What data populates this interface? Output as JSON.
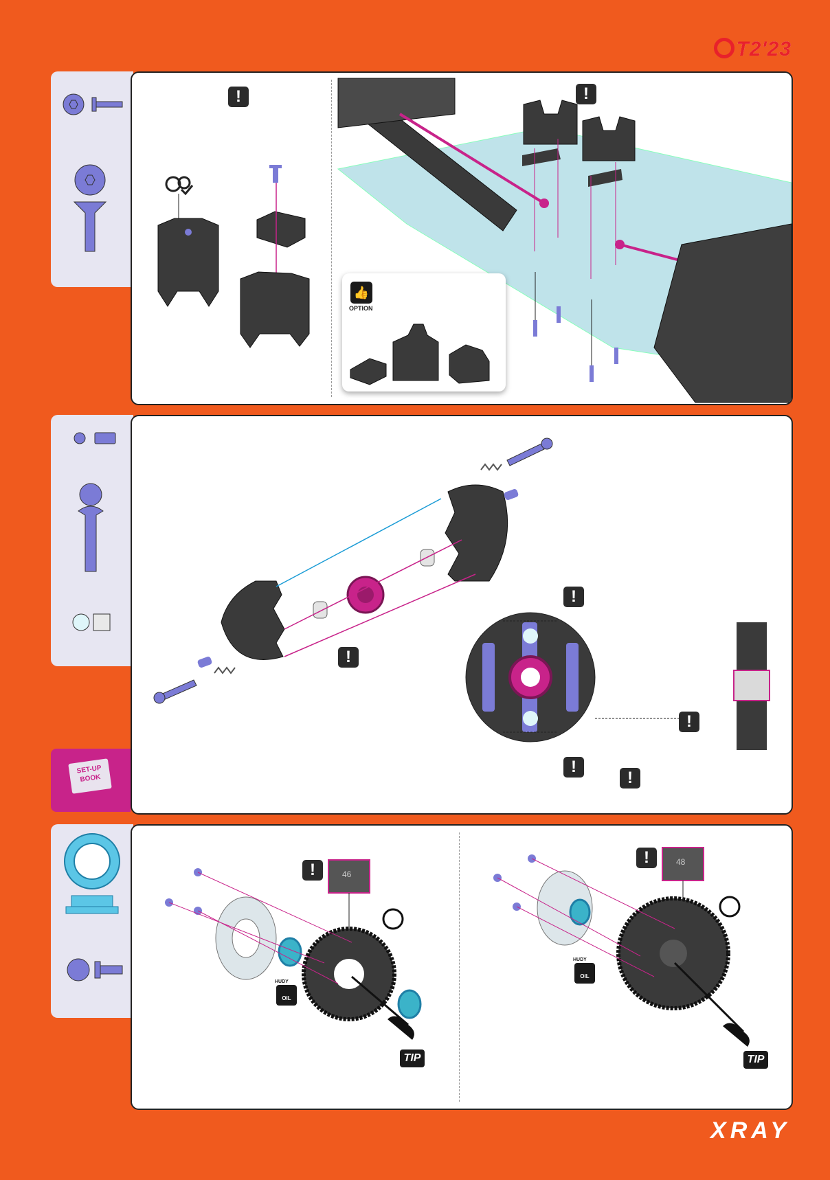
{
  "header": {
    "logo": "T2'23"
  },
  "footer": {
    "logo": "XRAY"
  },
  "panel1": {
    "option_label": "OPTION"
  },
  "panel2": {
    "setup_book_label": "SET-UP BOOK"
  },
  "panel3": {
    "left": {
      "gear_teeth_label": "46",
      "oil_label": "OIL",
      "hudy_label": "HUDY",
      "tip_label": "TIP"
    },
    "right": {
      "gear_teeth_label": "48",
      "oil_label": "OIL",
      "hudy_label": "HUDY",
      "tip_label": "TIP"
    }
  },
  "warning_symbol": "!",
  "colors": {
    "background": "#f05a1e",
    "accent_magenta": "#c8238a",
    "screw_blue": "#7b7bd6",
    "chassis_blue": "#bfe3ea",
    "part_gray": "#3a3a3a"
  }
}
